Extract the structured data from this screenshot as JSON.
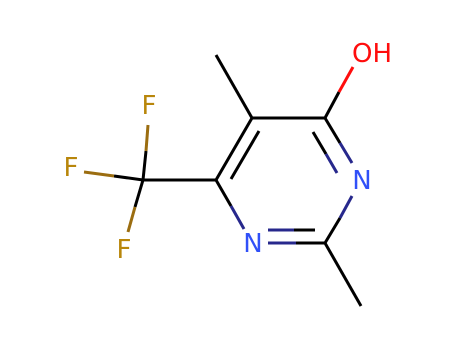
{
  "molecule": {
    "atoms": {
      "oh": {
        "label": "OH",
        "color": "#ff0d0d"
      },
      "n3": {
        "label": "N",
        "color": "#3050f8"
      },
      "n1": {
        "label": "N",
        "color": "#3050f8"
      },
      "f_top": {
        "label": "F",
        "color": "#b8860b"
      },
      "f_left": {
        "label": "F",
        "color": "#b8860b"
      },
      "f_bottom": {
        "label": "F",
        "color": "#b8860b"
      }
    },
    "colors": {
      "bond": "#000000",
      "nitrogen_bond": "#27288c",
      "oxygen_bond": "#ff0d0d",
      "fluorine_bond": "#9b6d10"
    }
  }
}
